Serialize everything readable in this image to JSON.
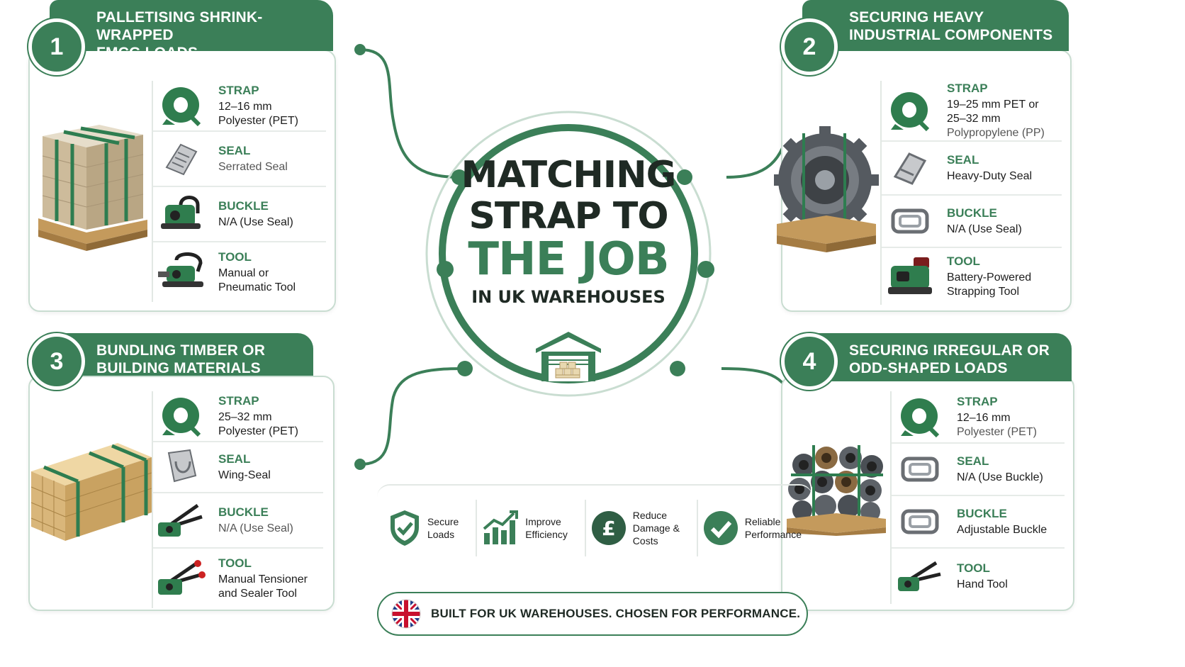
{
  "title": {
    "line1": "MATCHING",
    "line2": "STRAP TO",
    "line3": "THE JOB",
    "line4": "IN UK WAREHOUSES"
  },
  "panels": [
    {
      "number": "1",
      "heading": [
        "PALLETISING SHRINK-WRAPPED",
        "FMCG LOADS"
      ],
      "hero": "shrink-wrapped-pallet",
      "items": [
        {
          "label": "STRAP",
          "value": "12–16 mm",
          "value2": "Polyester (PET)",
          "sub": "",
          "icon": "strap-roll-icon"
        },
        {
          "label": "SEAL",
          "value": "",
          "value2": "",
          "sub": "Serrated Seal",
          "icon": "serrated-seal-icon"
        },
        {
          "label": "BUCKLE",
          "value": "N/A (Use Seal)",
          "value2": "",
          "sub": "",
          "icon": "buckle-tool-icon"
        },
        {
          "label": "TOOL",
          "value": "Manual or",
          "value2": "Pneumatic Tool",
          "sub": "",
          "icon": "pneumatic-tool-icon"
        }
      ]
    },
    {
      "number": "2",
      "heading": [
        "SECURING HEAVY",
        "INDUSTRIAL COMPONENTS"
      ],
      "hero": "industrial-gear",
      "items": [
        {
          "label": "STRAP",
          "value": "19–25 mm PET or",
          "value2": "25–32 mm",
          "sub": "Polypropylene (PP)",
          "icon": "strap-roll-icon"
        },
        {
          "label": "SEAL",
          "value": "Heavy-Duty Seal",
          "value2": "",
          "sub": "",
          "icon": "heavy-seal-icon"
        },
        {
          "label": "BUCKLE",
          "value": "N/A (Use Seal)",
          "value2": "",
          "sub": "",
          "icon": "wire-buckle-icon"
        },
        {
          "label": "TOOL",
          "value": "Battery-Powered",
          "value2": "Strapping Tool",
          "sub": "",
          "icon": "battery-tool-icon"
        }
      ]
    },
    {
      "number": "3",
      "heading": [
        "BUNDLING TIMBER OR",
        "BUILDING MATERIALS"
      ],
      "hero": "timber-bundle",
      "items": [
        {
          "label": "STRAP",
          "value": "25–32 mm",
          "value2": "Polyester (PET)",
          "sub": "",
          "icon": "strap-roll-icon"
        },
        {
          "label": "SEAL",
          "value": "Wing-Seal",
          "value2": "",
          "sub": "",
          "icon": "wing-seal-icon"
        },
        {
          "label": "BUCKLE",
          "value": "",
          "value2": "",
          "sub": "N/A (Use Seal)",
          "icon": "tensioner-icon"
        },
        {
          "label": "TOOL",
          "value": "Manual Tensioner",
          "value2": "and Sealer Tool",
          "sub": "",
          "icon": "sealer-tool-icon"
        }
      ]
    },
    {
      "number": "4",
      "heading": [
        "SECURING IRREGULAR OR",
        "ODD-SHAPED LOADS"
      ],
      "hero": "irregular-load",
      "items": [
        {
          "label": "STRAP",
          "value": "12–16 mm",
          "value2": "",
          "sub": "Polyester (PET)",
          "icon": "strap-roll-icon"
        },
        {
          "label": "SEAL",
          "value": "N/A (Use Buckle)",
          "value2": "",
          "sub": "",
          "icon": "wire-buckle-icon"
        },
        {
          "label": "BUCKLE",
          "value": "Adjustable Buckle",
          "value2": "",
          "sub": "",
          "icon": "wire-buckle-icon"
        },
        {
          "label": "TOOL",
          "value": "Hand Tool",
          "value2": "",
          "sub": "",
          "icon": "hand-tool-icon"
        }
      ]
    }
  ],
  "benefits": [
    {
      "line1": "Secure",
      "line2": "Loads",
      "line3": "",
      "icon": "shield-check-icon"
    },
    {
      "line1": "Improve",
      "line2": "Efficiency",
      "line3": "",
      "icon": "bar-chart-icon"
    },
    {
      "line1": "Reduce",
      "line2": "Damage &",
      "line3": "Costs",
      "icon": "pound-icon"
    },
    {
      "line1": "Reliable",
      "line2": "Performance",
      "line3": "",
      "icon": "checkmark-icon"
    }
  ],
  "banner": {
    "text": "BUILT FOR UK WAREHOUSES. CHOSEN FOR PERFORMANCE.",
    "icon": "uk-flag-icon"
  },
  "colors": {
    "brand_green": "#3b7f58",
    "light_green": "#c9ddd1",
    "text_dark": "#1f2a24"
  }
}
